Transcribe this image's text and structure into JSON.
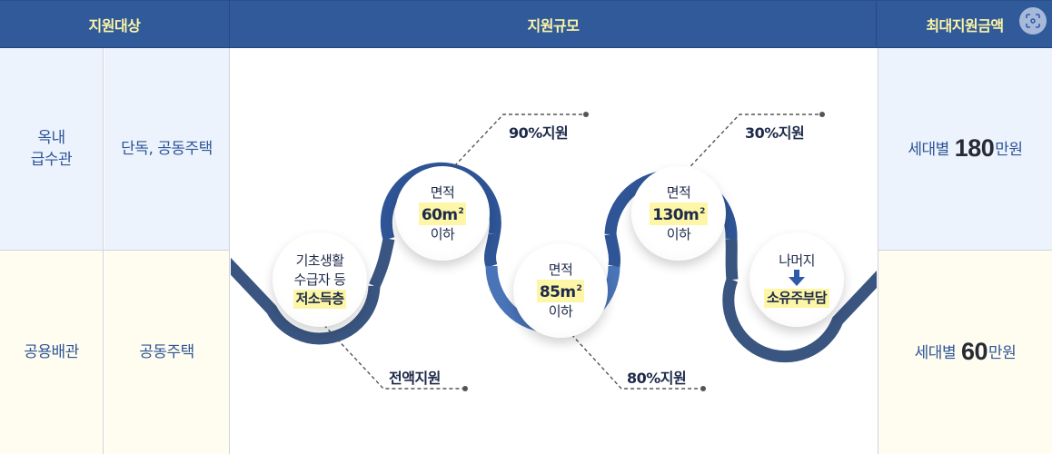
{
  "header": {
    "target_label": "지원대상",
    "scale_label": "지원규모",
    "max_amount_label": "최대지원금액",
    "scan_icon": "scan-icon"
  },
  "rows": [
    {
      "category": "옥내\n급수관",
      "category_line1": "옥내",
      "category_line2": "급수관",
      "housing_type": "단독, 공동주택",
      "amount_prefix": "세대별",
      "amount_value": "180",
      "amount_unit": "만원",
      "background": "#edf3fd"
    },
    {
      "category": "공용배관",
      "housing_type": "공동주택",
      "amount_prefix": "세대별",
      "amount_value": "60",
      "amount_unit": "만원",
      "background": "#fffdf0"
    }
  ],
  "diagram": {
    "steps": [
      {
        "line1": "기초생활",
        "line2": "수급자 등",
        "highlight": "저소득층",
        "support": "전액지원"
      },
      {
        "line1": "면적",
        "highlight": "60",
        "unit": "m",
        "unit_sup": "2",
        "line3": "이하",
        "support": "90%지원"
      },
      {
        "line1": "면적",
        "highlight": "85",
        "unit": "m",
        "unit_sup": "2",
        "line3": "이하",
        "support": "80%지원"
      },
      {
        "line1": "면적",
        "highlight": "130",
        "unit": "m",
        "unit_sup": "2",
        "line3": "이하",
        "support": "30%지원"
      },
      {
        "line1": "나머지",
        "arrow": "arrow-down-icon",
        "highlight": "소유주부담"
      }
    ],
    "colors": {
      "wave_dark": "#3a5580",
      "wave_mid": "#2f5597",
      "wave_light": "#4a74b8",
      "highlight": "#fdf6a6"
    }
  },
  "colors": {
    "header_bg": "#305a9a",
    "header_text": "#fdf5a6",
    "cell_text": "#2d5597"
  }
}
